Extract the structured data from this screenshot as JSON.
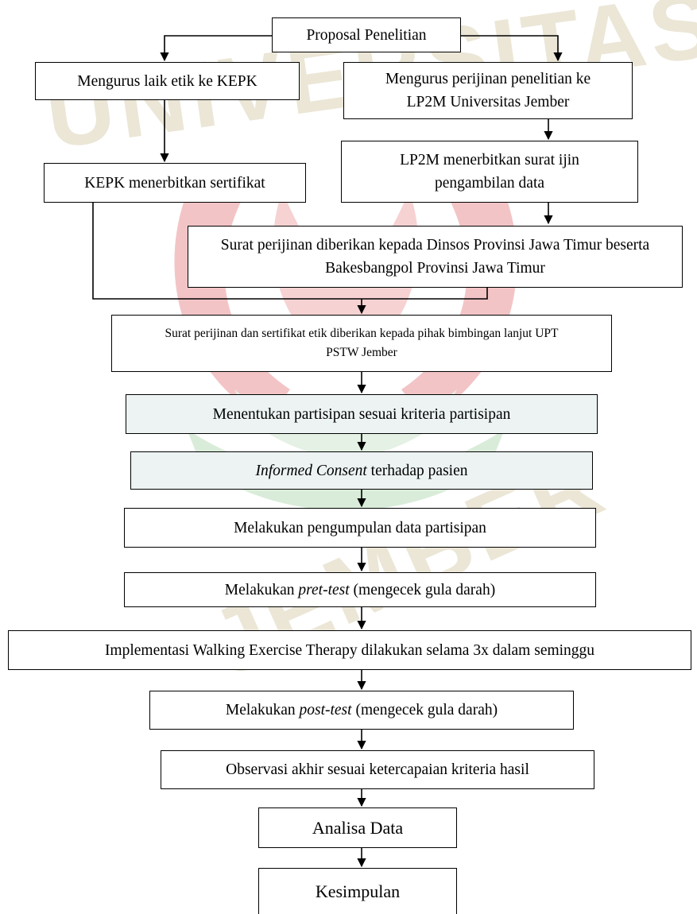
{
  "watermark": {
    "text_top": "UNIVERSITAS",
    "text_bottom": "JEMBER"
  },
  "nodes": {
    "proposal": "Proposal Penelitian",
    "kepk": "Mengurus laik etik ke KEPK",
    "lp2m": "Mengurus perijinan penelitian ke LP2M Universitas Jember",
    "kepk_cert": "KEPK menerbitkan sertifikat",
    "lp2m_letter": "LP2M menerbitkan surat ijin pengambilan data",
    "dinsos": "Surat perijinan diberikan kepada Dinsos Provinsi Jawa Timur beserta Bakesbangpol Provinsi Jawa Timur",
    "upt": "Surat perijinan dan sertifikat etik diberikan kepada pihak bimbingan lanjut UPT PSTW Jember",
    "partisipan": "Menentukan partisipan sesuai kriteria partisipan",
    "informed_italic": "Informed Consent",
    "informed_rest": " terhadap pasien",
    "pengumpulan": "Melakukan pengumpulan data partisipan",
    "pre_a": "Melakukan ",
    "pre_italic": "pret-test",
    "pre_b": " (mengecek gula darah)",
    "implementasi": "Implementasi Walking Exercise Therapy dilakukan selama 3x dalam seminggu",
    "post_a": "Melakukan ",
    "post_italic": "post-test",
    "post_b": " (mengecek gula darah)",
    "observasi": "Observasi akhir sesuai ketercapaian kriteria hasil",
    "analisa": "Analisa Data",
    "kesimpulan": "Kesimpulan"
  },
  "colors": {
    "watermark": "#ebe6d6",
    "logo_red": "#f3c4c6",
    "logo_green": "#d9ecd9",
    "box_shade": "#ecf3f2"
  }
}
